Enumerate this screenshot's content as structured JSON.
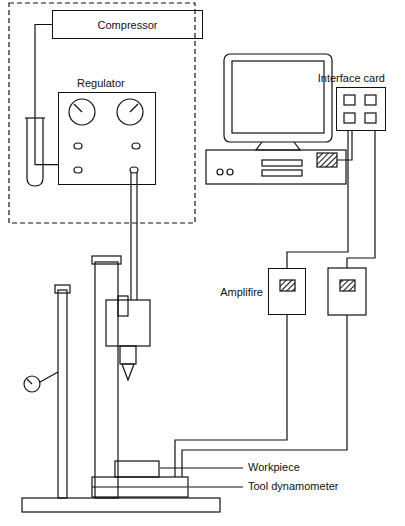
{
  "diagram": {
    "nodes": [
      {
        "text": [
          "Compressor"
        ]
      },
      {
        "text": [
          "Regulator"
        ]
      },
      {
        "text": [
          "Interface card"
        ]
      },
      {
        "text": [
          "Amplifire"
        ]
      }
    ],
    "edges": [
      {
        "from": 0,
        "to": 1,
        "arrow": "none"
      },
      {
        "from": 2,
        "to": 3,
        "arrow": "none"
      }
    ],
    "labels": [
      "Workpiece",
      "Tool dynamometer"
    ]
  }
}
